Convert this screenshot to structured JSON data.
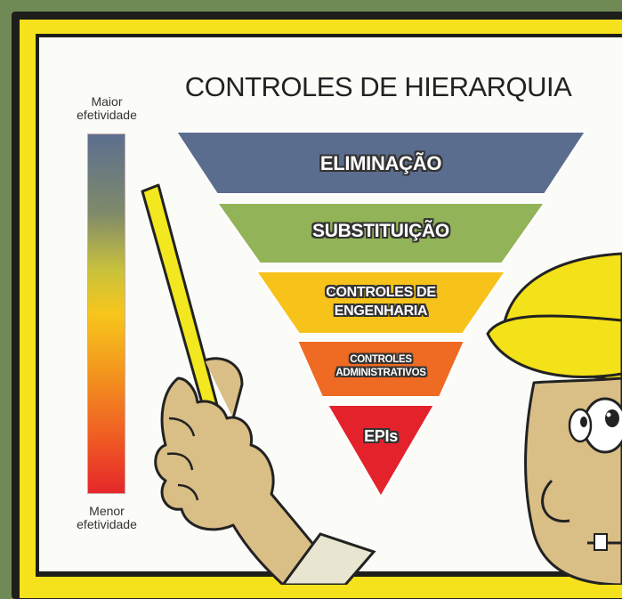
{
  "diagram": {
    "title": "CONTROLES DE HIERARQUIA",
    "scale": {
      "top_label": "Maior efetividade",
      "bottom_label": "Menor efetividade"
    },
    "levels": [
      {
        "label": "ELIMINAÇÃO",
        "color": "#5b6d8e"
      },
      {
        "label": "SUBSTITUIÇÃO",
        "color": "#92b357"
      },
      {
        "label": "CONTROLES DE ENGENHARIA",
        "color": "#f7c21a"
      },
      {
        "label": "CONTROLES ADMINISTRATIVOS",
        "color": "#ef6a22"
      },
      {
        "label": "EPIs",
        "color": "#e3222c"
      }
    ]
  }
}
